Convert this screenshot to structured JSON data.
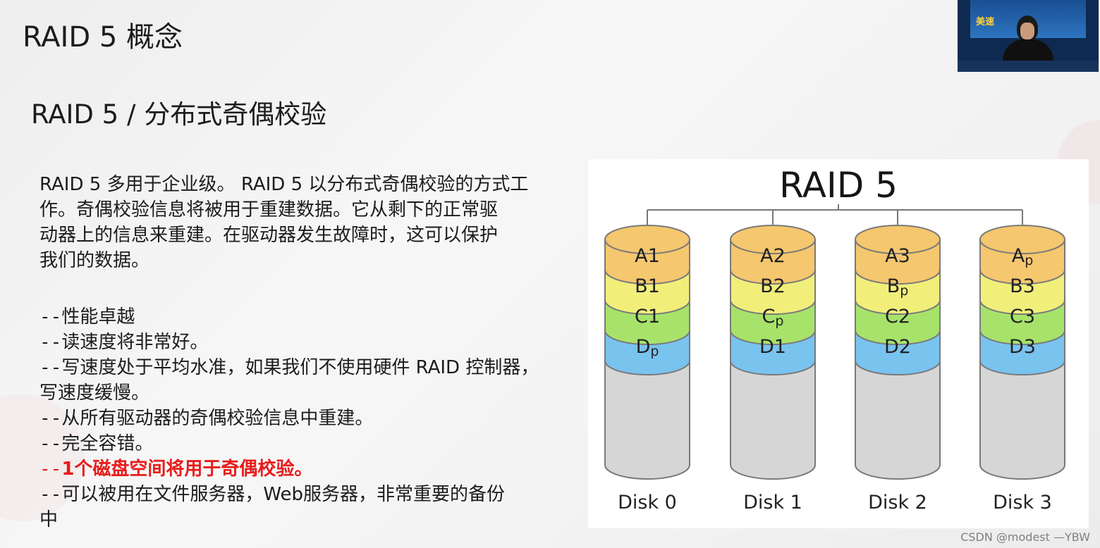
{
  "slide": {
    "title": "RAID 5 概念",
    "subtitle": "RAID 5 / 分布式奇偶校验",
    "intro_lines": [
      "RAID 5 多用于企业级。 RAID 5 以分布式奇偶校验的方式工",
      "作。奇偶校验信息将被用于重建数据。它从剩下的正常驱",
      "动器上的信息来重建。在驱动器发生故障时，这可以保护",
      "我们的数据。"
    ],
    "bullets": [
      {
        "dash": "--",
        "lines": [
          "性能卓越"
        ]
      },
      {
        "dash": "--",
        "lines": [
          "读速度将非常好。"
        ]
      },
      {
        "dash": "--",
        "lines": [
          "写速度处于平均水准，如果我们不使用硬件 RAID 控制器，",
          "写速度缓慢。"
        ]
      },
      {
        "dash": "--",
        "lines": [
          "从所有驱动器的奇偶校验信息中重建。"
        ]
      },
      {
        "dash": "--",
        "lines": [
          "完全容错。"
        ]
      },
      {
        "dash": "--",
        "lines": [
          "1个磁盘空间将用于奇偶校验。"
        ],
        "highlight": true
      },
      {
        "dash": "--",
        "lines": [
          "可以被用在文件服务器，Web服务器，非常重要的备份",
          "中"
        ]
      }
    ],
    "highlight_color": "#e81c1c"
  },
  "diagram": {
    "title": "RAID 5",
    "stripe_colors": {
      "A": "#f5c76e",
      "B": "#f1ef7a",
      "C": "#a7e36a",
      "D": "#79c3ef"
    },
    "empty_color": "#d6d6d6",
    "disks": [
      {
        "label": "Disk 0",
        "stripes": [
          {
            "letter": "A",
            "sub": "1",
            "parity": false
          },
          {
            "letter": "B",
            "sub": "1",
            "parity": false
          },
          {
            "letter": "C",
            "sub": "1",
            "parity": false
          },
          {
            "letter": "D",
            "sub": "p",
            "parity": true
          }
        ]
      },
      {
        "label": "Disk 1",
        "stripes": [
          {
            "letter": "A",
            "sub": "2",
            "parity": false
          },
          {
            "letter": "B",
            "sub": "2",
            "parity": false
          },
          {
            "letter": "C",
            "sub": "p",
            "parity": true
          },
          {
            "letter": "D",
            "sub": "1",
            "parity": false
          }
        ]
      },
      {
        "label": "Disk 2",
        "stripes": [
          {
            "letter": "A",
            "sub": "3",
            "parity": false
          },
          {
            "letter": "B",
            "sub": "p",
            "parity": true
          },
          {
            "letter": "C",
            "sub": "2",
            "parity": false
          },
          {
            "letter": "D",
            "sub": "2",
            "parity": false
          }
        ]
      },
      {
        "label": "Disk 3",
        "stripes": [
          {
            "letter": "A",
            "sub": "p",
            "parity": true
          },
          {
            "letter": "B",
            "sub": "3",
            "parity": false
          },
          {
            "letter": "C",
            "sub": "3",
            "parity": false
          },
          {
            "letter": "D",
            "sub": "3",
            "parity": false
          }
        ]
      }
    ]
  },
  "webcam": {
    "banner_text": "美速"
  },
  "watermark": "CSDN @modest —YBW"
}
